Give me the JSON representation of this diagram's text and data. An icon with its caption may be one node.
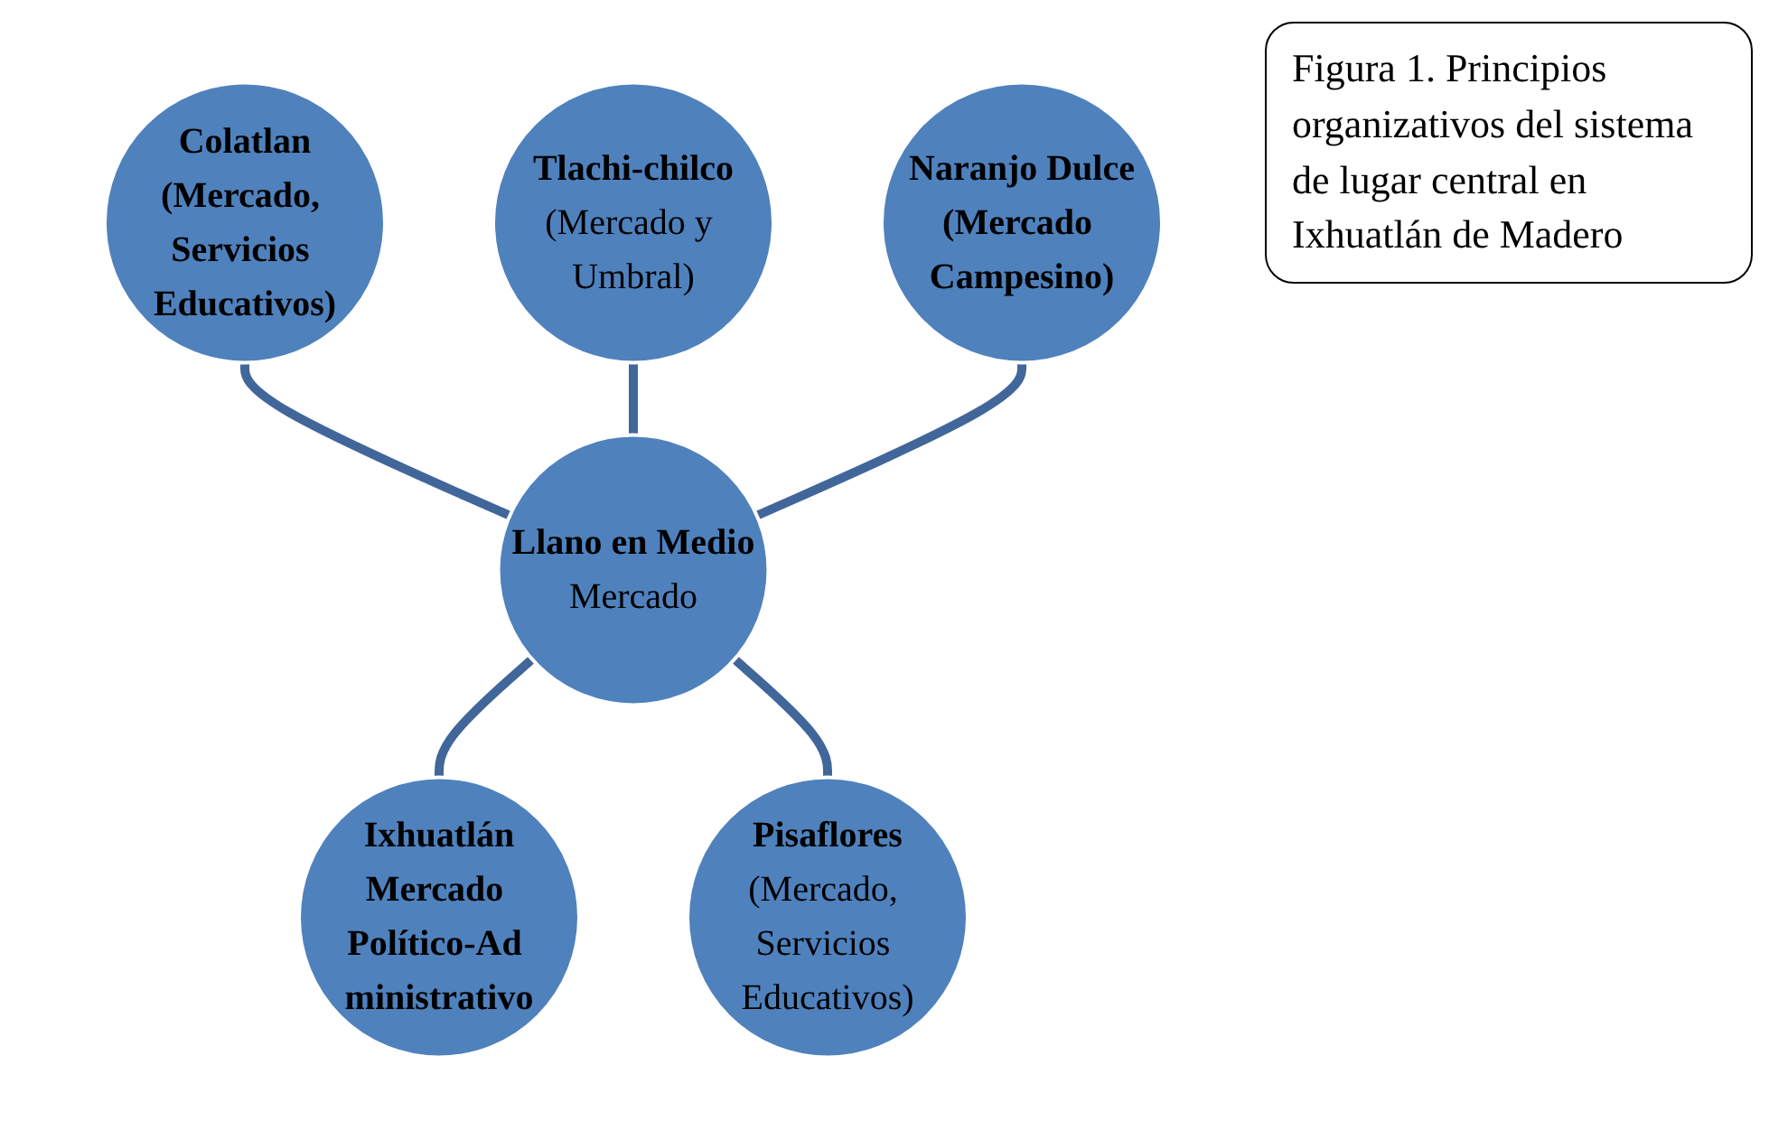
{
  "diagram": {
    "title": "Figura 1. Principios organizativos del sistema de lugar central en Ixhuatlán de Madero",
    "nodes": [
      {
        "text": [
          "Colatlan",
          "(Mercado, Servicios Educativos)"
        ]
      },
      {
        "text": [
          "Tlachi-chilco",
          "(Mercado y Umbral)"
        ]
      },
      {
        "text": [
          "Naranjo Dulce",
          "(Mercado Campesino)"
        ]
      },
      {
        "text": [
          "Llano en Medio",
          "Mercado"
        ]
      },
      {
        "text": [
          "Ixhuatlán",
          "Mercado Político-Ad ministrativo"
        ]
      },
      {
        "text": [
          "Pisaflores",
          "(Mercado, Servicios Educativos)"
        ]
      }
    ],
    "edges": [
      {
        "from": 0,
        "to": 3,
        "arrow": "none"
      },
      {
        "from": 1,
        "to": 3,
        "arrow": "none"
      },
      {
        "from": 2,
        "to": 3,
        "arrow": "none"
      },
      {
        "from": 3,
        "to": 4,
        "arrow": "none"
      },
      {
        "from": 3,
        "to": 5,
        "arrow": "none"
      }
    ]
  }
}
